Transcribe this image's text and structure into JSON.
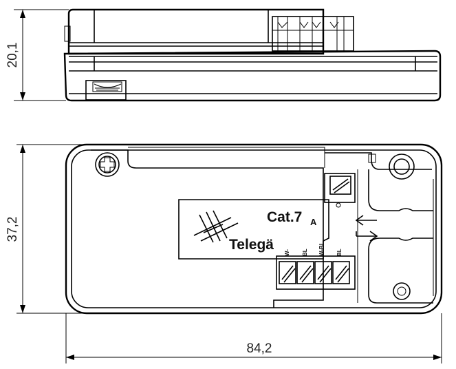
{
  "dimensions": {
    "side_height": "20,1",
    "top_height": "37,2",
    "top_width": "84,2"
  },
  "label": {
    "category": "Cat.7",
    "category_sub": "A",
    "brand": "Telegä",
    "wire_labels": [
      "W-",
      "BL",
      "W-BL",
      "BL"
    ]
  },
  "icons": [
    "screw-icon",
    "telegartner-logo-icon",
    "arrow-left-icon",
    "arrow-right-icon"
  ]
}
